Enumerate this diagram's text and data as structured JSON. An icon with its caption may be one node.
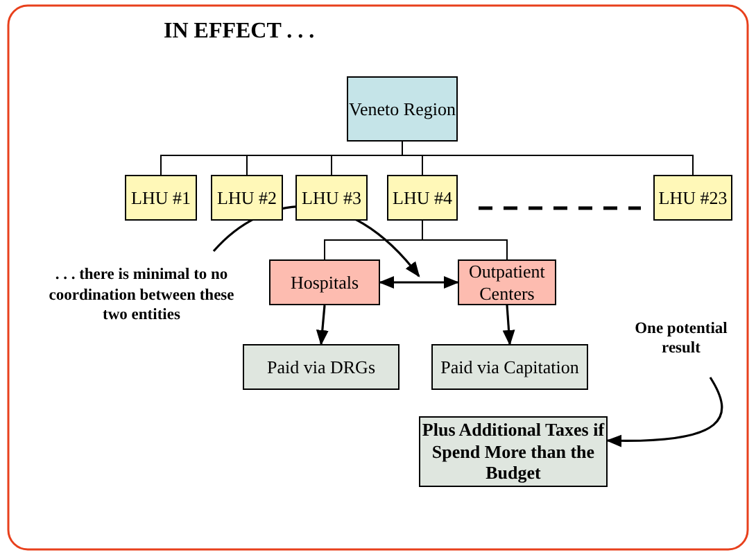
{
  "diagram": {
    "title": "IN EFFECT . . .",
    "nodes": [
      {
        "text": [
          "Veneto Region"
        ]
      },
      {
        "text": [
          "LHU #1"
        ]
      },
      {
        "text": [
          "LHU #2"
        ]
      },
      {
        "text": [
          "LHU #3"
        ]
      },
      {
        "text": [
          "LHU #4"
        ]
      },
      {
        "text": [
          "LHU #23"
        ]
      },
      {
        "text": [
          ". . . there is minimal to no coordination between these two entities"
        ]
      },
      {
        "text": [
          "Hospitals"
        ]
      },
      {
        "text": [
          "Outpatient Centers"
        ]
      },
      {
        "text": [
          "One potential result"
        ]
      },
      {
        "text": [
          "Paid via DRGs"
        ]
      },
      {
        "text": [
          "Paid via Capitation"
        ]
      },
      {
        "text": [
          "Plus Additional Taxes if Spend More than the Budget"
        ]
      }
    ],
    "edges": [
      {
        "from": 0,
        "to": 1,
        "arrow": "none"
      },
      {
        "from": 0,
        "to": 2,
        "arrow": "none"
      },
      {
        "from": 0,
        "to": 3,
        "arrow": "none"
      },
      {
        "from": 0,
        "to": 4,
        "arrow": "none"
      },
      {
        "from": 0,
        "to": 5,
        "arrow": "none"
      },
      {
        "from": 4,
        "to": 7,
        "arrow": "none"
      },
      {
        "from": 4,
        "to": 8,
        "arrow": "none"
      },
      {
        "from": 7,
        "to": 8,
        "arrow": "both"
      },
      {
        "from": 6,
        "to": null,
        "arrow": "to"
      },
      {
        "from": 7,
        "to": 10,
        "arrow": "to"
      },
      {
        "from": 8,
        "to": 11,
        "arrow": "to"
      },
      {
        "from": 9,
        "to": 12,
        "arrow": "to"
      }
    ]
  }
}
